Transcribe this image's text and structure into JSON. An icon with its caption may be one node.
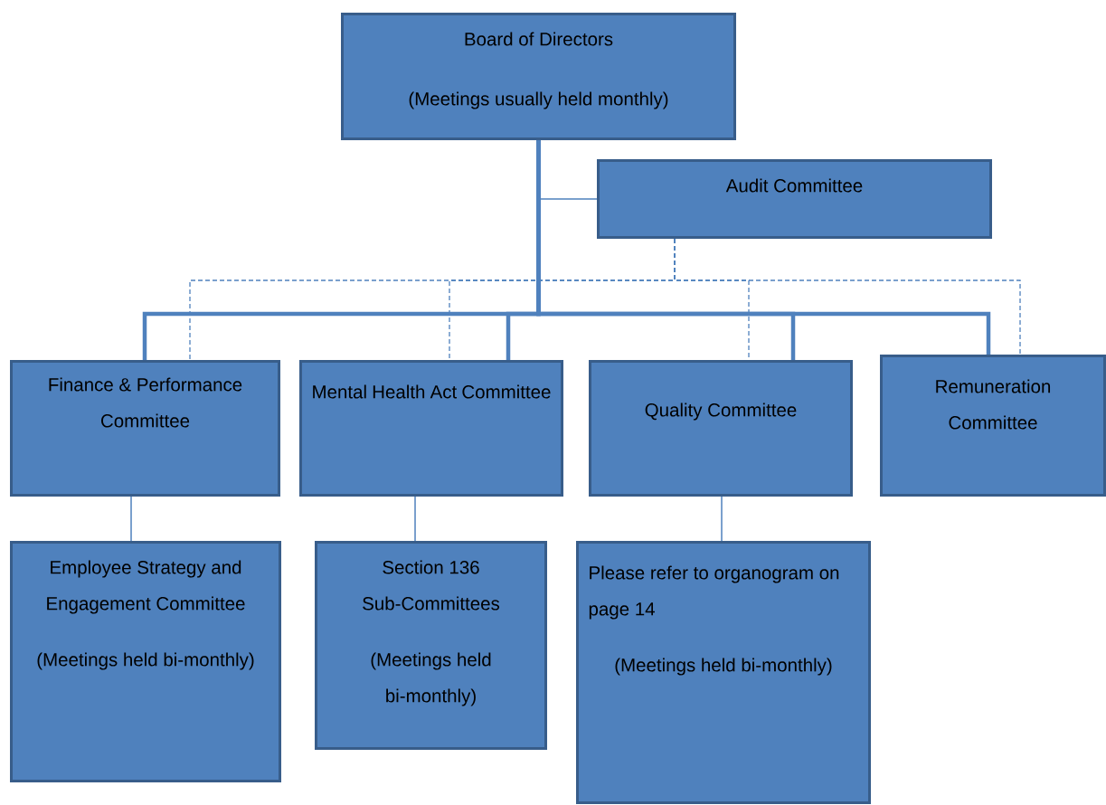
{
  "diagram": {
    "nodes": [
      {
        "text": [
          "Board of Directors",
          "(Meetings usually held monthly)"
        ]
      },
      {
        "text": [
          "Audit Committee"
        ]
      },
      {
        "text": [
          "Finance & Performance Committee"
        ]
      },
      {
        "text": [
          "Mental Health Act Committee"
        ]
      },
      {
        "text": [
          "Quality Committee"
        ]
      },
      {
        "text": [
          "Remuneration Committee"
        ]
      },
      {
        "text": [
          "Employee Strategy and Engagement Committee",
          "(Meetings held bi-monthly)"
        ]
      },
      {
        "text": [
          "Section 136 Sub-Committees",
          "(Meetings held bi-monthly)"
        ]
      },
      {
        "text": [
          "Please refer to organogram on page 14",
          "(Meetings held bi-monthly)"
        ]
      }
    ],
    "edges": [
      {
        "from": 0,
        "to": 1,
        "arrow": "none"
      },
      {
        "from": 0,
        "to": 2,
        "arrow": "none",
        "style": "thick"
      },
      {
        "from": 0,
        "to": 3,
        "arrow": "none",
        "style": "thick"
      },
      {
        "from": 0,
        "to": 4,
        "arrow": "none",
        "style": "thick"
      },
      {
        "from": 0,
        "to": 5,
        "arrow": "none",
        "style": "thick"
      },
      {
        "from": 1,
        "to": 2,
        "arrow": "none",
        "style": "dashed"
      },
      {
        "from": 1,
        "to": 3,
        "arrow": "none",
        "style": "dashed"
      },
      {
        "from": 1,
        "to": 4,
        "arrow": "none",
        "style": "dashed"
      },
      {
        "from": 1,
        "to": 5,
        "arrow": "none",
        "style": "dashed"
      },
      {
        "from": 2,
        "to": 6,
        "arrow": "none"
      },
      {
        "from": 3,
        "to": 7,
        "arrow": "none"
      },
      {
        "from": 4,
        "to": 8,
        "arrow": "none"
      }
    ]
  }
}
